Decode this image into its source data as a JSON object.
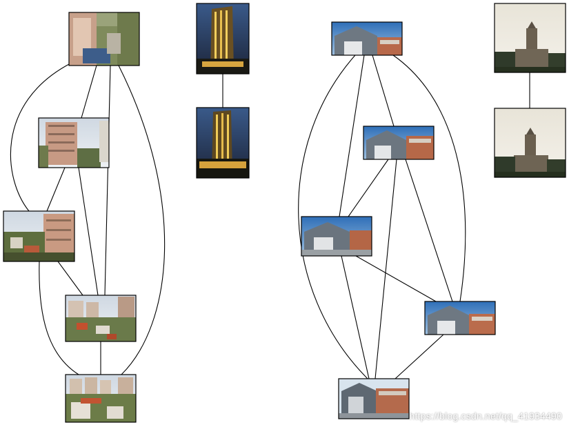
{
  "diagram": {
    "type": "image-match-graph",
    "background": "#ffffff",
    "edge_color": "#000000",
    "components": [
      {
        "id": "cluster-residential",
        "theme_colors": [
          "#8a9a6a",
          "#c9a58a",
          "#d8dce0",
          "#6b5a4a"
        ],
        "nodes": [
          "r1",
          "r2",
          "r3",
          "r4",
          "r5"
        ],
        "edges": [
          [
            "r1",
            "r2"
          ],
          [
            "r1",
            "r3"
          ],
          [
            "r1",
            "r4"
          ],
          [
            "r1",
            "r5"
          ],
          [
            "r2",
            "r3"
          ],
          [
            "r2",
            "r4"
          ],
          [
            "r3",
            "r4"
          ],
          [
            "r3",
            "r5"
          ],
          [
            "r4",
            "r5"
          ]
        ]
      },
      {
        "id": "cluster-tower",
        "theme_colors": [
          "#2b3a55",
          "#e8c25a",
          "#7a5a2a",
          "#9aa8c0"
        ],
        "nodes": [
          "t1",
          "t2"
        ],
        "edges": [
          [
            "t1",
            "t2"
          ]
        ]
      },
      {
        "id": "cluster-warehouse",
        "theme_colors": [
          "#3a6fb0",
          "#6e7a86",
          "#b86a4a",
          "#e6e8ea"
        ],
        "nodes": [
          "w1",
          "w2",
          "w3",
          "w4",
          "w5"
        ],
        "edges": [
          [
            "w1",
            "w2"
          ],
          [
            "w1",
            "w3"
          ],
          [
            "w1",
            "w4"
          ],
          [
            "w1",
            "w5"
          ],
          [
            "w2",
            "w3"
          ],
          [
            "w2",
            "w4"
          ],
          [
            "w2",
            "w5"
          ],
          [
            "w3",
            "w4"
          ],
          [
            "w3",
            "w5"
          ],
          [
            "w4",
            "w5"
          ]
        ]
      },
      {
        "id": "cluster-church",
        "theme_colors": [
          "#e9e4d6",
          "#2f3a2a",
          "#6b6050",
          "#c8c0ae"
        ],
        "nodes": [
          "c1",
          "c2"
        ],
        "edges": [
          [
            "c1",
            "c2"
          ]
        ]
      }
    ]
  },
  "watermark": "https://blog.csdn.net/qq_41934490"
}
